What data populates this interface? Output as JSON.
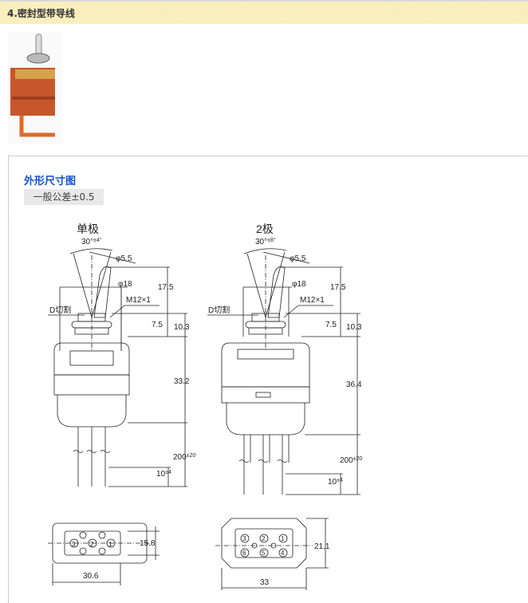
{
  "header": {
    "title": "4.密封型带导线"
  },
  "section": {
    "title": "外形尺寸图",
    "tolerance": "一般公差±0.5"
  },
  "single_pole": {
    "title": "单极",
    "angle": "30°",
    "angle_tol": "±4°",
    "d_lever": "φ5.5",
    "d_bush": "φ18",
    "thread": "M12×1",
    "d_cut": "D切割",
    "h_lever": "17.5",
    "h_bush": "7.5",
    "h_total_bush": "10.3",
    "h_body": "33.2",
    "lead": "200",
    "lead_tol": "±20",
    "strip": "10",
    "strip_tol": "±4",
    "width": "30.6",
    "depth": "15.8",
    "pins": [
      "3",
      "2",
      "1"
    ]
  },
  "double_pole": {
    "title": "2极",
    "angle": "30°",
    "angle_tol": "±8°",
    "d_lever": "φ5.5",
    "d_bush": "φ18",
    "thread": "M12×1",
    "d_cut": "D切割",
    "h_lever": "17.5",
    "h_bush": "7.5",
    "h_total_bush": "10.3",
    "h_body": "36.4",
    "lead": "200",
    "lead_tol": "±20",
    "strip": "10",
    "strip_tol": "±4",
    "width": "33",
    "depth": "21.1",
    "pins": [
      "3",
      "2",
      "1",
      "6",
      "5",
      "4"
    ]
  }
}
